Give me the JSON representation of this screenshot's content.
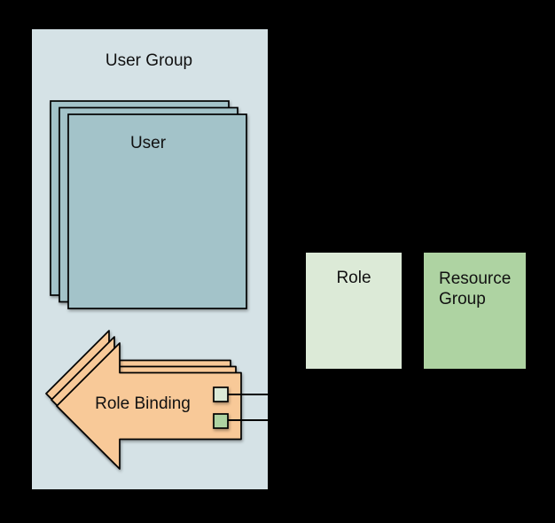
{
  "diagram": {
    "user_group": {
      "label": "User Group"
    },
    "user_stack": {
      "label": "User",
      "count": 3
    },
    "role_binding": {
      "label": "Role Binding",
      "count": 3
    },
    "role": {
      "label": "Role"
    },
    "resource_group": {
      "label": "Resource Group"
    }
  },
  "colors": {
    "background": "#000000",
    "user_group_fill": "#d5e2e6",
    "user_fill": "#a3c3c9",
    "arrow_fill": "#f8c998",
    "role_fill": "#dcead7",
    "resource_fill": "#aed3a2",
    "stroke": "#000000",
    "text": "#111111"
  }
}
